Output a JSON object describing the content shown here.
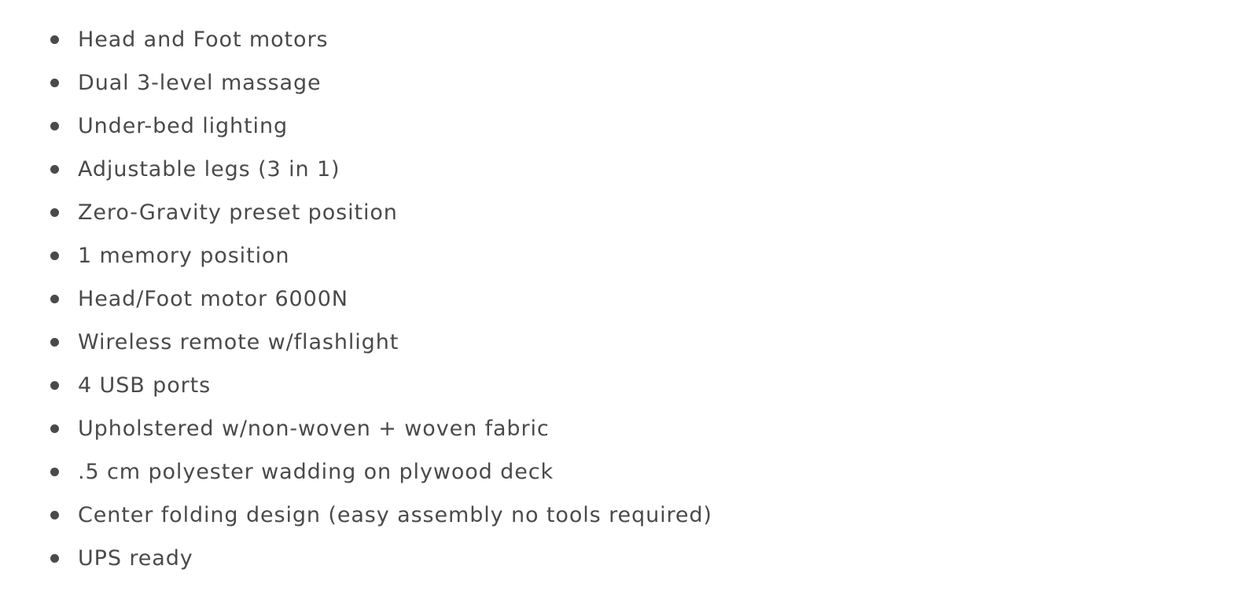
{
  "features": [
    "Head and Foot motors",
    "Dual 3-level massage",
    "Under-bed lighting",
    "Adjustable legs (3 in 1)",
    "Zero-Gravity preset position",
    "1 memory position",
    "Head/Foot motor 6000N",
    "Wireless remote w/flashlight",
    "4 USB ports",
    "Upholstered w/non-woven + woven fabric",
    ".5 cm polyester wadding on plywood deck",
    "Center folding design (easy assembly no tools required)",
    "UPS ready"
  ]
}
